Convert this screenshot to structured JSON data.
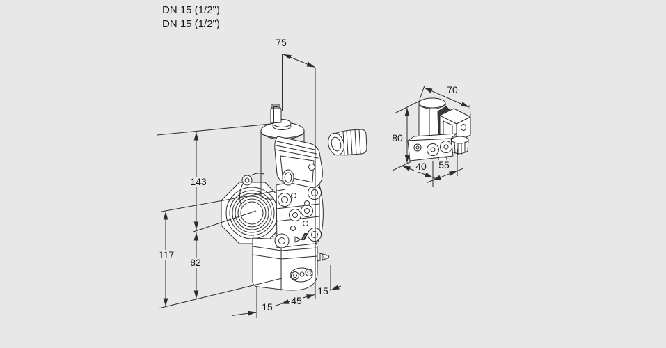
{
  "header": {
    "line1": "DN 15 (1/2\")",
    "line2": "DN 15 (1/2\")"
  },
  "main_view": {
    "description": "gas valve front isometric drawing",
    "dimensions": {
      "top_offset": "75",
      "upper_height": "143",
      "total_height": "117",
      "lower_height": "82",
      "bottom_left_offset": "15",
      "bottom_width": "45",
      "bottom_right_offset": "15"
    }
  },
  "side_view": {
    "description": "solenoid valve side isometric drawing",
    "dimensions": {
      "top_width": "70",
      "height": "80",
      "depth": "40",
      "width": "55"
    }
  },
  "colors": {
    "background": "#e8e8e8",
    "line": "#2c2c2c",
    "part_fill": "#ffffff",
    "text": "#161616"
  }
}
